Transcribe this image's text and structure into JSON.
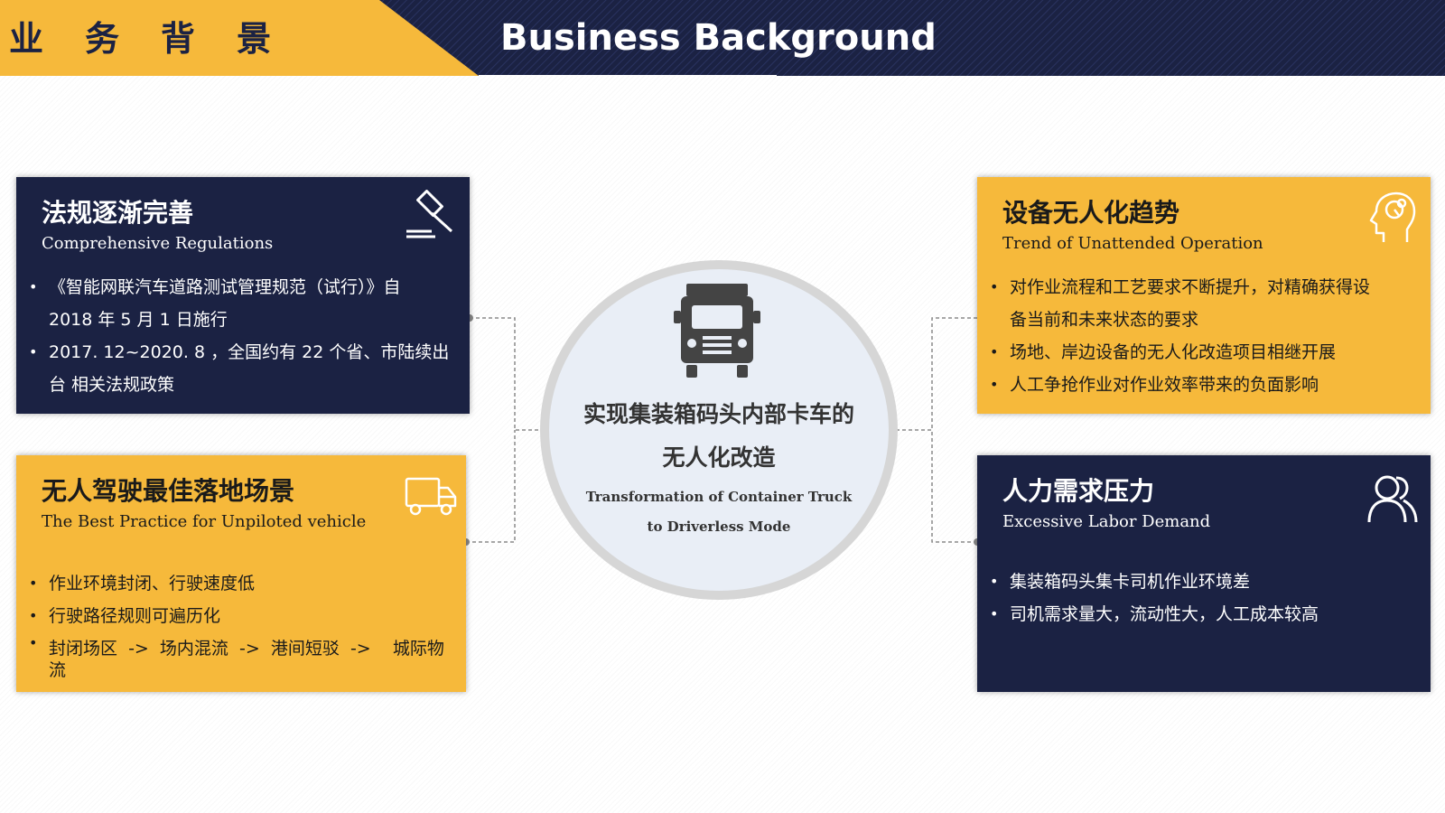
{
  "header": {
    "title_cn": "业务背景",
    "title_en": "Business Background",
    "colors": {
      "yellow": "#f6b93b",
      "navy": "#1b2243"
    }
  },
  "center": {
    "icon": "truck-front-icon",
    "title_line1": "实现集装箱码头内部卡车的",
    "title_line2": "无人化改造",
    "subtitle_line1": "Transformation of Container Truck",
    "subtitle_line2": "to Driverless Mode"
  },
  "cards": {
    "regulations": {
      "title": "法规逐渐完善",
      "subtitle": "Comprehensive Regulations",
      "icon": "gavel-icon",
      "items": [
        {
          "line1": "《智能网联汽车道路测试管理规范（试行）》自",
          "line2": "2018 年 5 月 1 日施行"
        },
        {
          "line1": "2017. 12~2020. 8 ，全国约有 22 个省、市陆续出",
          "line2": "台 相关法规政策"
        }
      ]
    },
    "unmanned": {
      "title": "设备无人化趋势",
      "subtitle": "Trend of Unattended Operation",
      "icon": "head-gear-icon",
      "items": [
        {
          "line1": "对作业流程和工艺要求不断提升，对精确获得设",
          "line2": "备当前和未来状态的要求"
        },
        {
          "line1": "场地、岸边设备的无人化改造项目相继开展"
        },
        {
          "line1": "人工争抢作业对作业效率带来的负面影响"
        }
      ]
    },
    "scenarios": {
      "title": "无人驾驶最佳落地场景",
      "subtitle": "The Best Practice for Unpiloted vehicle",
      "icon": "truck-outline-icon",
      "items": [
        {
          "line1": "作业环境封闭、行驶速度低"
        },
        {
          "line1": "行驶路径规则可遍历化"
        },
        {
          "line1": "封闭场区  ->  场内混流  ->  港间短驳  ->    城际物",
          "line2": "流"
        }
      ]
    },
    "labor": {
      "title": "人力需求压力",
      "subtitle": "Excessive Labor Demand",
      "icon": "users-icon",
      "items": [
        {
          "line1": "集装箱码头集卡司机作业环境差"
        },
        {
          "line1": "司机需求量大，流动性大，人工成本较高"
        }
      ]
    }
  }
}
